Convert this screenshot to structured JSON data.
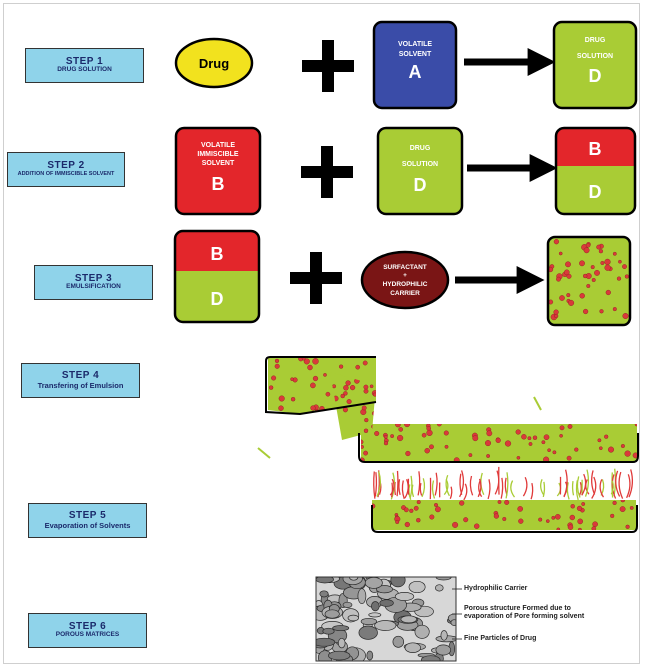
{
  "steps": [
    {
      "title": "STEP 1",
      "subtitle": "DRUG SOLUTION"
    },
    {
      "title": "STEP 2",
      "subtitle": "ADDITION OF IMMISCIBLE SOLVENT"
    },
    {
      "title": "STEP 3",
      "subtitle": "EMULSIFICATION"
    },
    {
      "title": "STEP 4",
      "subtitle": "Transfering of Emulsion"
    },
    {
      "title": "STEP 5",
      "subtitle": "Evaporation of Solvents"
    },
    {
      "title": "STEP 6",
      "subtitle": "POROUS MATRICES"
    }
  ],
  "row1": {
    "drug": "Drug",
    "volatile_top": "VOLATILE",
    "volatile_bottom": "SOLVENT",
    "volatile_letter": "A",
    "result_top": "DRUG",
    "result_bottom": "SOLUTION",
    "result_letter": "D"
  },
  "row2": {
    "immiscible_1": "VOLATILE",
    "immiscible_2": "IMMISCIBLE",
    "immiscible_3": "SOLVENT",
    "immiscible_letter": "B",
    "drug_top": "DRUG",
    "drug_bottom": "SOLUTION",
    "drug_letter": "D",
    "result_top_letter": "B",
    "result_bottom_letter": "D"
  },
  "row3": {
    "b": "B",
    "d": "D",
    "surf_1": "SURFACTANT",
    "surf_2": "+",
    "surf_3": "HYDROPHILIC",
    "surf_4": "CARRIER"
  },
  "legend": {
    "carrier": "Hydrophilic Carrier",
    "porous_1": "Porous structure Formed due to",
    "porous_2": "evaporation of Pore forming solvent",
    "particles": "Fine Particles of Drug"
  },
  "colors": {
    "label_bg": "#8fd3ea",
    "label_text": "#1b2a6b",
    "drug_yellow": "#f2e21e",
    "solvent_blue": "#3a4ca8",
    "solution_green": "#a9cc35",
    "immiscible_red": "#e3262b",
    "surfactant_brown": "#7a1515",
    "droplet": "#d93a3a"
  }
}
